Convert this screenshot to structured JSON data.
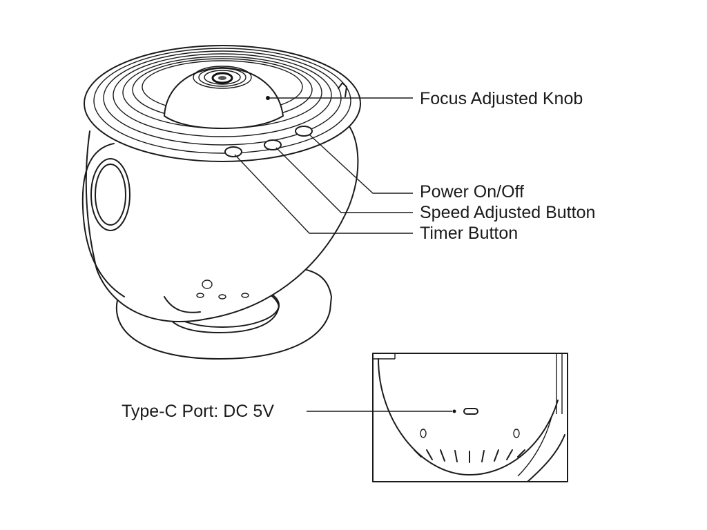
{
  "labels": {
    "focus_knob": "Focus Adjusted Knob",
    "power": "Power On/Off",
    "speed": "Speed Adjusted Button",
    "timer": "Timer Button",
    "type_c": "Type-C Port: DC 5V"
  }
}
